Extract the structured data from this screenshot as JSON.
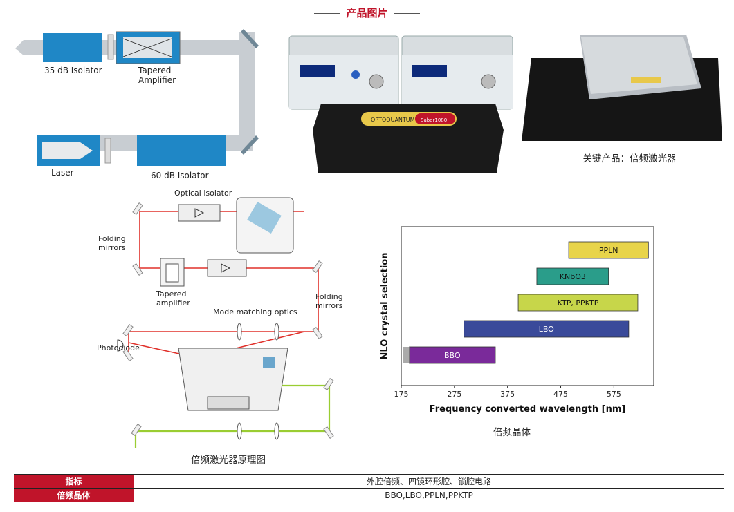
{
  "header": {
    "title": "产品图片"
  },
  "diagram1": {
    "isolator35": "35 dB Isolator",
    "tapered_amp": "Tapered Amplifier",
    "laser": "Laser",
    "isolator60": "60 dB Isolator"
  },
  "photo2": {
    "brand_label": "OPTOQUANTUM",
    "model_label": "Saber1080"
  },
  "photo3": {
    "caption": "关键产品：倍频激光器"
  },
  "schematic": {
    "optical_isolator": "Optical isolator",
    "folding_mirrors_left": "Folding mirrors",
    "folding_mirrors_right": "Folding mirrors",
    "tapered_amplifier": "Tapered amplifier",
    "mode_matching": "Mode matching optics",
    "photodiode": "Photodiode",
    "caption": "倍频激光器原理图"
  },
  "chart_data": {
    "type": "bar",
    "orientation": "horizontal-range",
    "xlabel": "Frequency converted wavelength [nm]",
    "ylabel": "NLO crystal selection",
    "xlim": [
      175,
      650
    ],
    "x_ticks": [
      "175",
      "275",
      "375",
      "475",
      "575"
    ],
    "bars": [
      {
        "name": "PPLN",
        "start": 490,
        "end": 640,
        "color": "#e8d44a"
      },
      {
        "name": "KNbO3",
        "start": 430,
        "end": 565,
        "color": "#2a9d8a"
      },
      {
        "name": "KTP, PPKTP",
        "start": 395,
        "end": 620,
        "color": "#c7d64a"
      },
      {
        "name": "LBO",
        "start": 293,
        "end": 603,
        "color": "#3a4a9a"
      },
      {
        "name": "BBO",
        "start": 190,
        "end": 352,
        "color": "#7a2a9a"
      }
    ],
    "caption": "倍频晶体"
  },
  "spec_table": {
    "rows": [
      {
        "key": "指标",
        "value": "外腔倍频、四镜环形腔、锁腔电路"
      },
      {
        "key": "倍频晶体",
        "value": "BBO,LBO,PPLN,PPKTP"
      }
    ]
  },
  "colors": {
    "accent": "#c0142a",
    "beam_red": "#e0302a",
    "beam_green": "#9acd32",
    "blue_block": "#1f87c6"
  }
}
